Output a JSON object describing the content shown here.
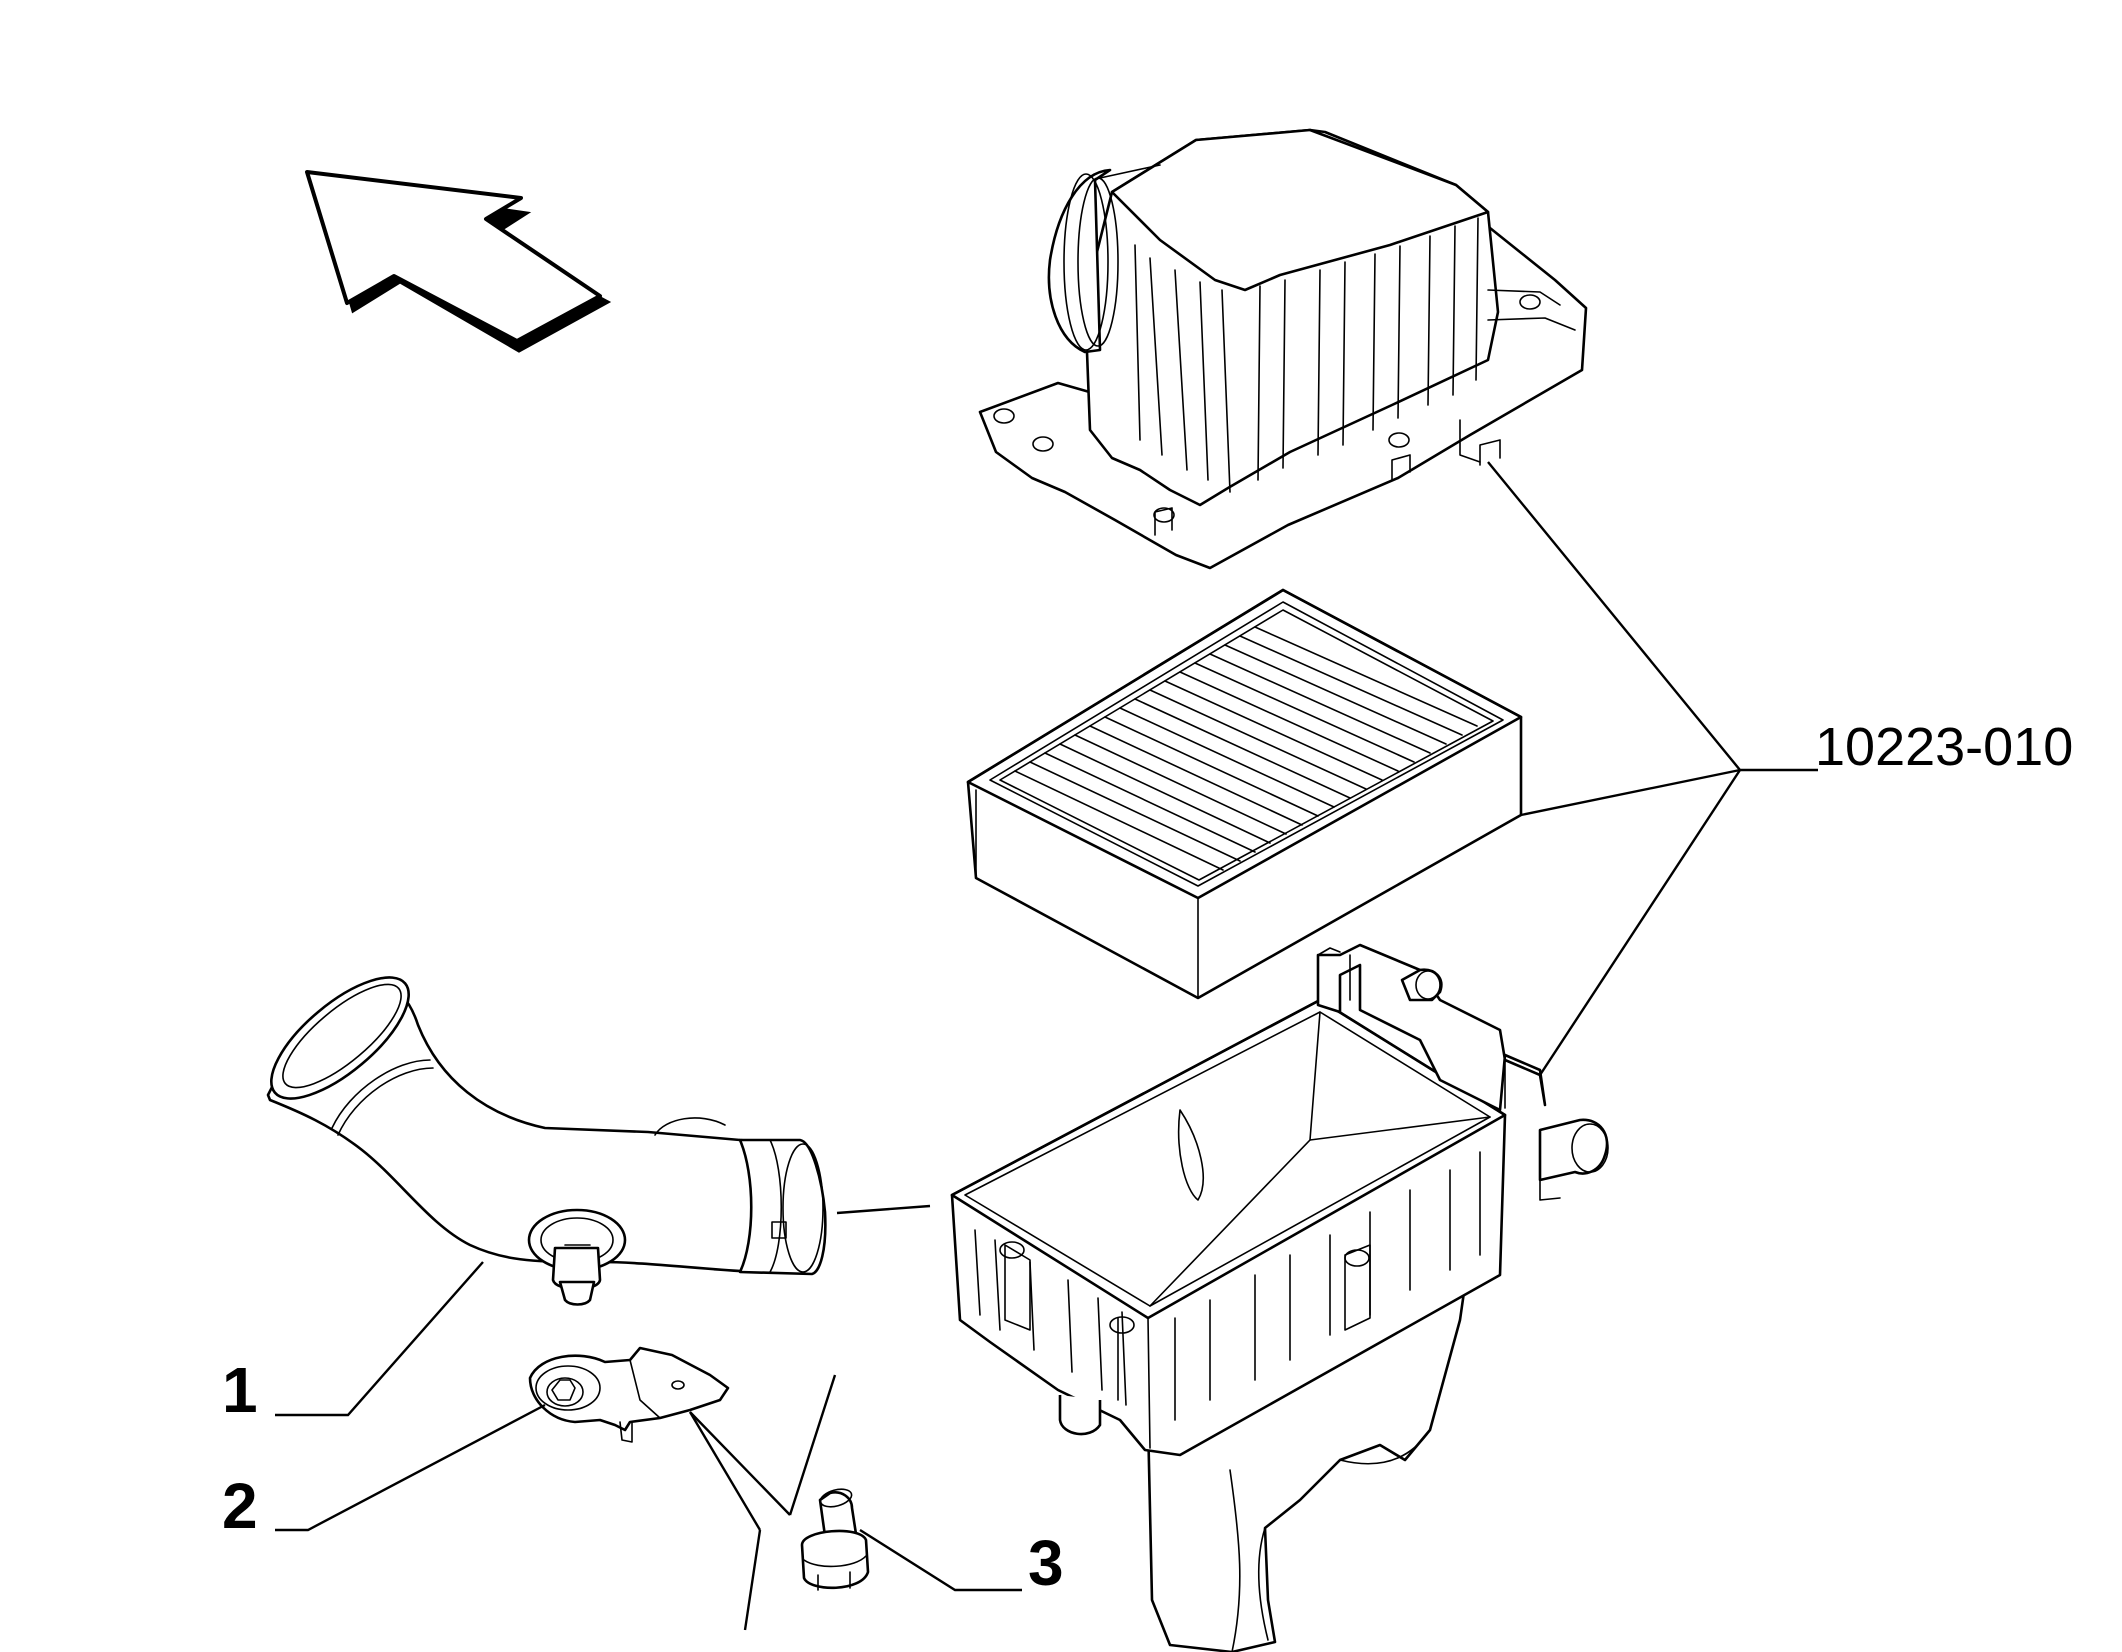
{
  "callouts": {
    "item1": "1",
    "item2": "2",
    "item3": "3",
    "assembly": "10223-010"
  },
  "colors": {
    "line": "#000000",
    "background": "#ffffff"
  },
  "icons": {
    "direction_arrow": "direction-arrow-icon"
  }
}
